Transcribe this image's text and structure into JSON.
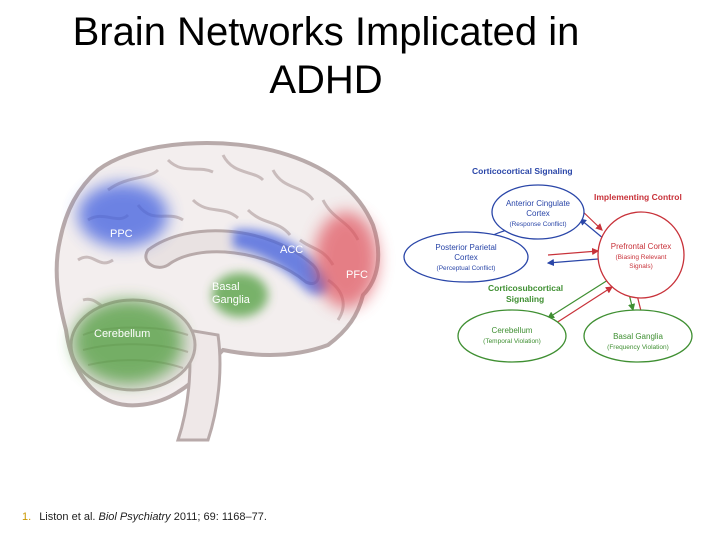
{
  "title": {
    "line1": "Brain Networks Implicated in",
    "line2": "ADHD"
  },
  "brain": {
    "regions": {
      "ppc": "PPC",
      "acc": "ACC",
      "pfc": "PFC",
      "basal_line1": "Basal",
      "basal_line2": "Ganglia",
      "cerebellum": "Cerebellum"
    },
    "colors": {
      "blue": "#3f5fe0",
      "red": "#e0505a",
      "green": "#4f9e3c"
    }
  },
  "network": {
    "corticocortical": "Corticocortical Signaling",
    "implementing": "Implementing Control",
    "corticosubcortical_line1": "Corticosubcortical",
    "corticosubcortical_line2": "Signaling",
    "nodes": {
      "acc": {
        "line1": "Anterior Cingulate",
        "line2": "Cortex",
        "sub": "(Response Conflict)"
      },
      "ppc": {
        "line1": "Posterior Parietal",
        "line2": "Cortex",
        "sub": "(Perceptual Conflict)"
      },
      "pfc": {
        "line1": "Prefrontal Cortex",
        "sub1": "(Biasing Relevant",
        "sub2": "Signals)"
      },
      "cb": {
        "line1": "Cerebellum",
        "sub": "(Temporal Violation)"
      },
      "bg": {
        "line1": "Basal Ganglia",
        "sub": "(Frequency Violation)"
      }
    },
    "colors": {
      "blue": "#2a46a8",
      "red": "#c8323a",
      "green": "#3f8f32"
    }
  },
  "reference": {
    "number": "1.",
    "authors": "Liston et al.",
    "journal": "Biol Psychiatry",
    "details": "2011; 69: 1168–77."
  }
}
